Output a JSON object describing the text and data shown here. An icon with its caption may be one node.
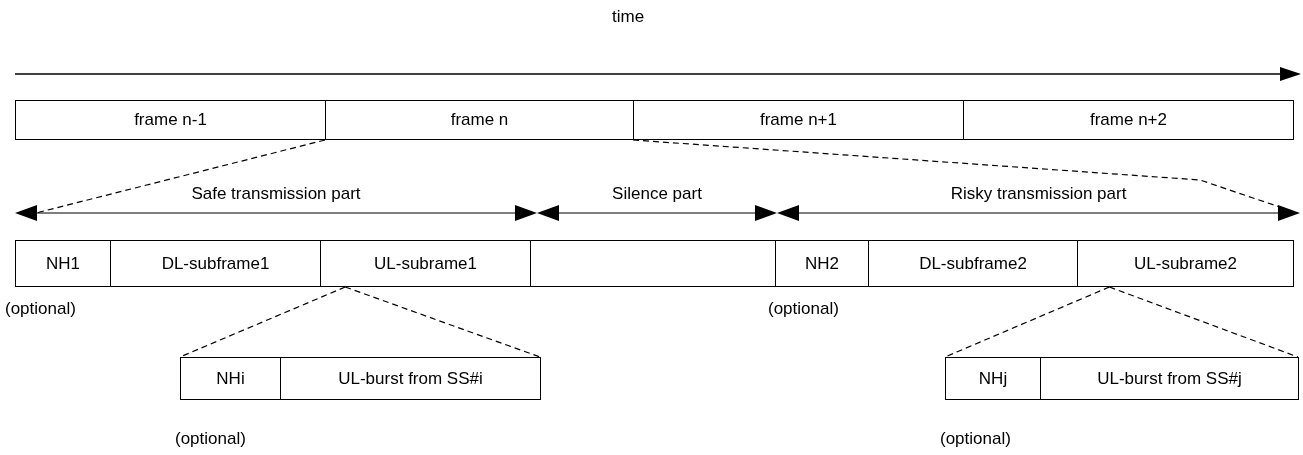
{
  "diagram": {
    "nodes": [
      {
        "text": [
          "frame n-1"
        ]
      },
      {
        "text": [
          "frame n"
        ]
      },
      {
        "text": [
          "frame n+1"
        ]
      },
      {
        "text": [
          "frame n+2"
        ]
      },
      {
        "text": [
          "Safe transmission part"
        ]
      },
      {
        "text": [
          "Silence part"
        ]
      },
      {
        "text": [
          "Risky transmission part"
        ]
      },
      {
        "text": [
          "NH1"
        ],
        "beside": [
          "(optional)"
        ]
      },
      {
        "text": [
          "DL-subframe1"
        ]
      },
      {
        "text": [
          "UL-subrame1"
        ]
      },
      {
        "text": [],
        "shape": "box"
      },
      {
        "text": [
          "NH2"
        ],
        "beside": [
          "(optional)"
        ]
      },
      {
        "text": [
          "DL-subframe2"
        ]
      },
      {
        "text": [
          "UL-subrame2"
        ]
      },
      {
        "text": [
          "NHi"
        ],
        "beside": [
          "(optional)"
        ]
      },
      {
        "text": [
          "UL-burst from SS#i"
        ]
      },
      {
        "text": [
          "NHj"
        ],
        "beside": [
          "(optional)"
        ]
      },
      {
        "text": [
          "UL-burst from SS#j"
        ]
      }
    ],
    "edges": [
      {
        "from": 1,
        "to": 4,
        "arrow": "none",
        "style": "dashed"
      },
      {
        "from": 1,
        "to": 6,
        "arrow": "none",
        "style": "dashed"
      },
      {
        "from": 9,
        "to": 14,
        "arrow": "none",
        "style": "dashed"
      },
      {
        "from": 9,
        "to": 15,
        "arrow": "none",
        "style": "dashed"
      },
      {
        "from": 13,
        "to": 16,
        "arrow": "none",
        "style": "dashed"
      },
      {
        "from": 13,
        "to": 17,
        "arrow": "none",
        "style": "dashed"
      }
    ],
    "labels": [
      "time"
    ]
  }
}
